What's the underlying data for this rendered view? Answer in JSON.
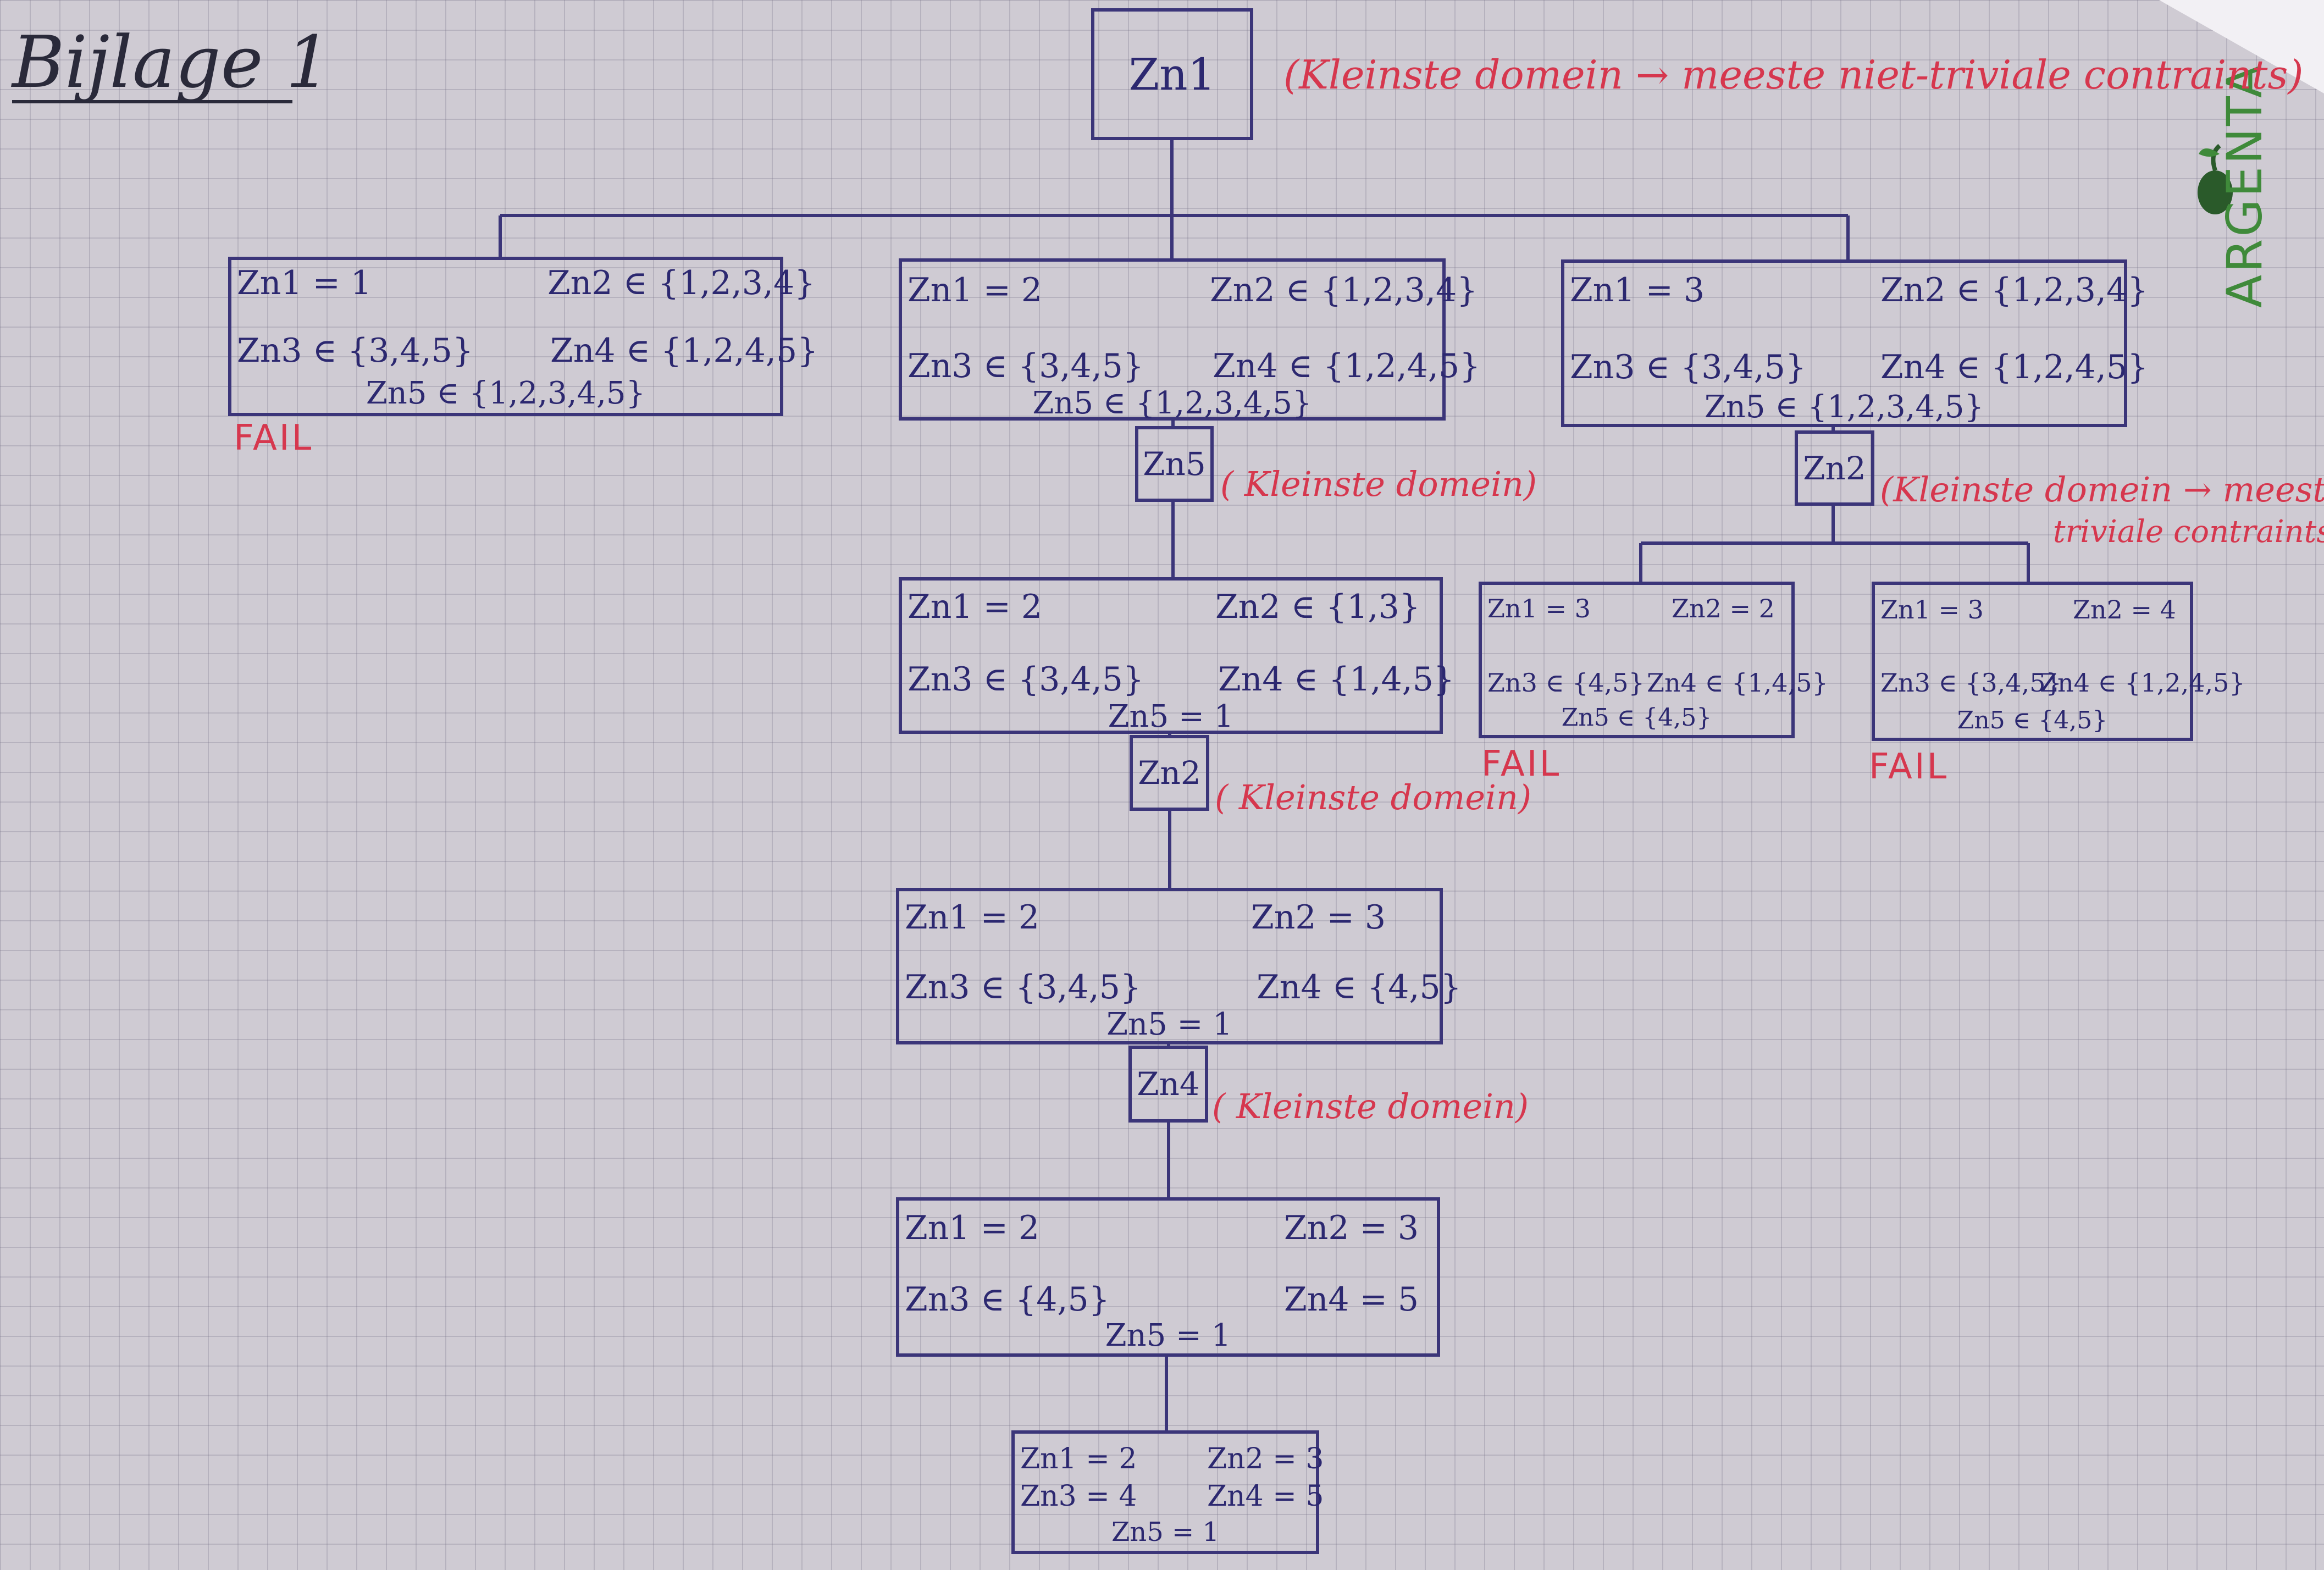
{
  "title": "Bijlage 1",
  "colors": {
    "ink": "#3b3579",
    "note": "#d6374e",
    "logo": "#3f8a3a"
  },
  "brand": {
    "text": "ARGENTA",
    "icon": "apple-icon"
  },
  "root": {
    "var": "Zn1",
    "note": "(Kleinste domein → meeste niet-triviale contraints)"
  },
  "branches": {
    "b1": {
      "r1l": "Zn1 = 1",
      "r1r": "Zn2 ∈ {1,2,3,4}",
      "r2l": "Zn3 ∈ {3,4,5}",
      "r2r": "Zn4 ∈ {1,2,4,5}",
      "r3": "Zn5 ∈ {1,2,3,4,5}",
      "status": "FAIL"
    },
    "b2": {
      "r1l": "Zn1 = 2",
      "r1r": "Zn2 ∈ {1,2,3,4}",
      "r2l": "Zn3 ∈ {3,4,5}",
      "r2r": "Zn4 ∈ {1,2,4,5}",
      "r3": "Zn5 ∈ {1,2,3,4,5}"
    },
    "b3": {
      "r1l": "Zn1 = 3",
      "r1r": "Zn2 ∈ {1,2,3,4}",
      "r2l": "Zn3 ∈ {3,4,5}",
      "r2r": "Zn4 ∈ {1,2,4,5}",
      "r3": "Zn5 ∈ {1,2,3,4,5}"
    }
  },
  "var_zn5": {
    "var": "Zn5",
    "note": "( Kleinste domein)"
  },
  "var_zn2_right": {
    "var": "Zn2",
    "note": "(Kleinste domein → meeste niet-",
    "note2": "triviale contraints)"
  },
  "right_children": {
    "c1": {
      "r1l": "Zn1 = 3",
      "r1r": "Zn2 = 2",
      "r2l": "Zn3 ∈ {4,5}",
      "r2r": "Zn4 ∈ {1,4,5}",
      "r3": "Zn5 ∈ {4,5}",
      "status": "FAIL"
    },
    "c2": {
      "r1l": "Zn1 = 3",
      "r1r": "Zn2 = 4",
      "r2l": "Zn3 ∈ {3,4,5}",
      "r2r": "Zn4 ∈ {1,2,4,5}",
      "r3": "Zn5 ∈ {4,5}",
      "status": "FAIL"
    }
  },
  "level2": {
    "r1l": "Zn1 = 2",
    "r1r": "Zn2 ∈ {1,3}",
    "r2l": "Zn3 ∈ {3,4,5}",
    "r2r": "Zn4 ∈ {1,4,5}",
    "r3": "Zn5 = 1"
  },
  "var_zn2": {
    "var": "Zn2",
    "note": "( Kleinste domein)"
  },
  "level3": {
    "r1l": "Zn1 = 2",
    "r1r": "Zn2 = 3",
    "r2l": "Zn3 ∈ {3,4,5}",
    "r2r": "Zn4 ∈ {4,5}",
    "r3": "Zn5 = 1"
  },
  "var_zn4": {
    "var": "Zn4",
    "note": "( Kleinste domein)"
  },
  "level4": {
    "r1l": "Zn1 = 2",
    "r1r": "Zn2 = 3",
    "r2l": "Zn3 ∈ {4,5}",
    "r2r": "Zn4 = 5",
    "r3": "Zn5 = 1"
  },
  "solution": {
    "r1l": "Zn1 = 2",
    "r1r": "Zn2 = 3",
    "r2l": "Zn3 = 4",
    "r2r": "Zn4 = 5",
    "r3": "Zn5 = 1"
  }
}
